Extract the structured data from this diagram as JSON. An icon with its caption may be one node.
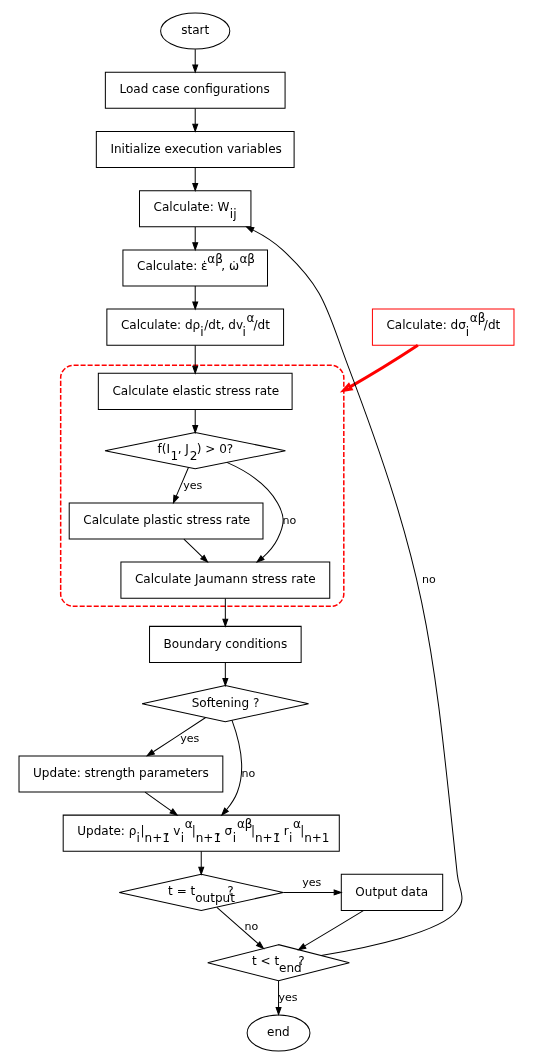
{
  "diagram": {
    "nodes": [
      {
        "text": [
          "start"
        ]
      },
      {
        "text": [
          "Load case configurations"
        ]
      },
      {
        "text": [
          "Initialize execution variables"
        ]
      },
      {
        "text": [
          "Calculate: W$_{ij}$"
        ]
      },
      {
        "text": [
          "Calculate: ε̇$^{αβ}$, ω̇$^{αβ}$"
        ]
      },
      {
        "text": [
          "Calculate: dρ$_{i}$/dt, dv$_{i}$$^{α}$/dt"
        ]
      },
      {
        "text": [
          "Calculate: dσ$_{i}$$^{αβ}$/dt"
        ]
      },
      {
        "text": [],
        "shape": "box"
      },
      {
        "text": [
          "Calculate elastic stress rate"
        ],
        "in": 7
      },
      {
        "text": [
          "f(I$_{1}$, J$_{2}$) > 0?"
        ],
        "in": 7
      },
      {
        "text": [
          "Calculate plastic stress rate"
        ],
        "in": 7
      },
      {
        "text": [
          "Calculate Jaumann stress rate"
        ],
        "in": 7
      },
      {
        "text": [
          "Boundary conditions"
        ]
      },
      {
        "text": [
          "Softening ?"
        ]
      },
      {
        "text": [
          "Update: strength parameters"
        ]
      },
      {
        "text": [
          "Update: ρ$_{i}$|$_{n+1}$, v$_{i}$$^{α}$|$_{n+1}$, σ$_{i}$$^{αβ}$|$_{n+1}$, r$_{i}$$^{α}$|$_{n+1}$"
        ]
      },
      {
        "text": [
          "t = t$_{output}$?"
        ]
      },
      {
        "text": [
          "Output data"
        ]
      },
      {
        "text": [
          "t < t$_{end}$?"
        ]
      },
      {
        "text": [
          "end"
        ]
      }
    ],
    "edges": [
      {
        "from": 0,
        "to": 1,
        "arrow": "to"
      },
      {
        "from": 1,
        "to": 2,
        "arrow": "to"
      },
      {
        "from": 2,
        "to": 3,
        "arrow": "to"
      },
      {
        "from": 3,
        "to": 4,
        "arrow": "to"
      },
      {
        "from": 4,
        "to": 5,
        "arrow": "to"
      },
      {
        "from": 5,
        "to": 8,
        "arrow": "to"
      },
      {
        "from": 6,
        "to": 7,
        "arrow": "to",
        "style": "thick",
        "color": "#ff0000"
      },
      {
        "from": 8,
        "to": 9,
        "arrow": "to"
      },
      {
        "from": 9,
        "to": 10,
        "arrow": "to",
        "label": "yes"
      },
      {
        "from": 9,
        "to": 11,
        "arrow": "to",
        "label": "no"
      },
      {
        "from": 10,
        "to": 11,
        "arrow": "to"
      },
      {
        "from": 11,
        "to": 12,
        "arrow": "to"
      },
      {
        "from": 12,
        "to": 13,
        "arrow": "to"
      },
      {
        "from": 13,
        "to": 14,
        "arrow": "to",
        "label": "yes"
      },
      {
        "from": 13,
        "to": 15,
        "arrow": "to",
        "label": "no"
      },
      {
        "from": 14,
        "to": 15,
        "arrow": "to"
      },
      {
        "from": 15,
        "to": 16,
        "arrow": "to"
      },
      {
        "from": 16,
        "to": 17,
        "arrow": "to",
        "label": "yes"
      },
      {
        "from": 16,
        "to": 18,
        "arrow": "to",
        "label": "no"
      },
      {
        "from": 17,
        "to": 18,
        "arrow": "to"
      },
      {
        "from": 18,
        "to": 3,
        "arrow": "to",
        "label": "no"
      },
      {
        "from": 18,
        "to": 19,
        "arrow": "to",
        "label": "yes"
      }
    ]
  }
}
